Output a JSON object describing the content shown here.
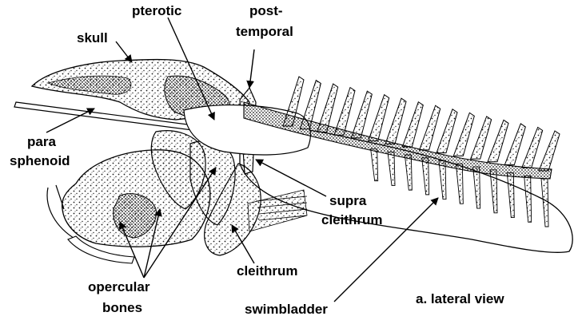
{
  "labels": {
    "skull": "skull",
    "pterotic": "pterotic",
    "post_temporal_1": "post-",
    "post_temporal_2": "temporal",
    "para_sphenoid_1": "para",
    "para_sphenoid_2": "sphenoid",
    "supra_cleithrum_1": "supra",
    "supra_cleithrum_2": "cleithrum",
    "cleithrum": "cleithrum",
    "opercular_bones_1": "opercular",
    "opercular_bones_2": "bones",
    "swimbladder": "swimbladder",
    "view_caption": "a. lateral view"
  },
  "colors": {
    "ink": "#000000",
    "stipple": "#1a1a1a",
    "paper": "#ffffff"
  }
}
